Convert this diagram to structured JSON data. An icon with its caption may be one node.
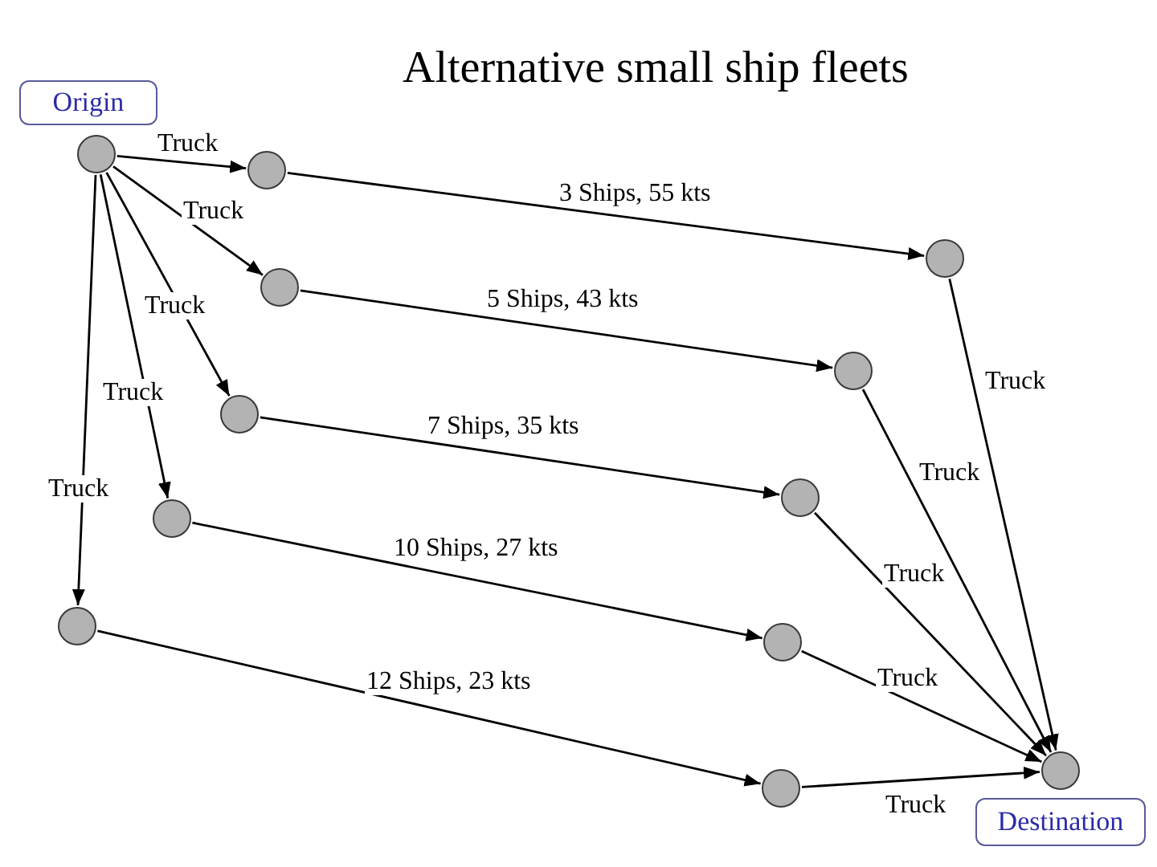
{
  "diagram": {
    "title": "Alternative small ship fleets",
    "nodes": [
      {
        "text": [
          "Origin"
        ]
      },
      {
        "text": [],
        "shape": "circle"
      },
      {
        "text": [],
        "shape": "circle"
      },
      {
        "text": [],
        "shape": "circle"
      },
      {
        "text": [],
        "shape": "circle"
      },
      {
        "text": [],
        "shape": "circle"
      },
      {
        "text": [],
        "shape": "circle"
      },
      {
        "text": [],
        "shape": "circle"
      },
      {
        "text": [],
        "shape": "circle"
      },
      {
        "text": [],
        "shape": "circle"
      },
      {
        "text": [],
        "shape": "circle"
      },
      {
        "text": [],
        "shape": "circle"
      },
      {
        "text": [],
        "shape": "circle"
      },
      {
        "text": [
          "Destination"
        ]
      }
    ],
    "edges": [
      {
        "from": 1,
        "to": 2,
        "arrow": "to",
        "label": "Truck"
      },
      {
        "from": 1,
        "to": 3,
        "arrow": "to",
        "label": "Truck"
      },
      {
        "from": 1,
        "to": 4,
        "arrow": "to",
        "label": "Truck"
      },
      {
        "from": 1,
        "to": 5,
        "arrow": "to",
        "label": "Truck"
      },
      {
        "from": 1,
        "to": 6,
        "arrow": "to",
        "label": "Truck"
      },
      {
        "from": 2,
        "to": 7,
        "arrow": "to",
        "label": "3 Ships, 55 kts"
      },
      {
        "from": 3,
        "to": 8,
        "arrow": "to",
        "label": "5 Ships, 43 kts"
      },
      {
        "from": 4,
        "to": 9,
        "arrow": "to",
        "label": "7 Ships, 35 kts"
      },
      {
        "from": 5,
        "to": 10,
        "arrow": "to",
        "label": "10 Ships, 27 kts"
      },
      {
        "from": 6,
        "to": 11,
        "arrow": "to",
        "label": "12 Ships, 23 kts"
      },
      {
        "from": 7,
        "to": 12,
        "arrow": "to",
        "label": "Truck"
      },
      {
        "from": 8,
        "to": 12,
        "arrow": "to",
        "label": "Truck"
      },
      {
        "from": 9,
        "to": 12,
        "arrow": "to",
        "label": "Truck"
      },
      {
        "from": 10,
        "to": 12,
        "arrow": "to",
        "label": "Truck"
      },
      {
        "from": 11,
        "to": 12,
        "arrow": "to",
        "label": "Truck"
      }
    ]
  }
}
